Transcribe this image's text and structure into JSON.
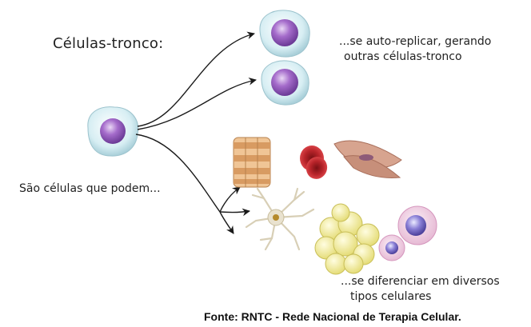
{
  "diagram": {
    "title": "Células-tronco:",
    "lead_text": "São células que podem...",
    "self_renew_text_line1": "...se auto-replicar, gerando",
    "self_renew_text_line2": "outras células-tronco",
    "differentiate_text_line1": "...se diferenciar em diversos",
    "differentiate_text_line2": "tipos celulares",
    "source": "Fonte: RNTC - Rede Nacional de Terapia Celular."
  },
  "colors": {
    "cell_membrane": "#cfe8ee",
    "nucleus": "#a06ac6",
    "arrow": "#1a1a1a",
    "muscle": "#e8b07a",
    "red_cell": "#c8282c",
    "fat_cell": "#f2ee9a",
    "neuron": "#e9e2cf"
  }
}
